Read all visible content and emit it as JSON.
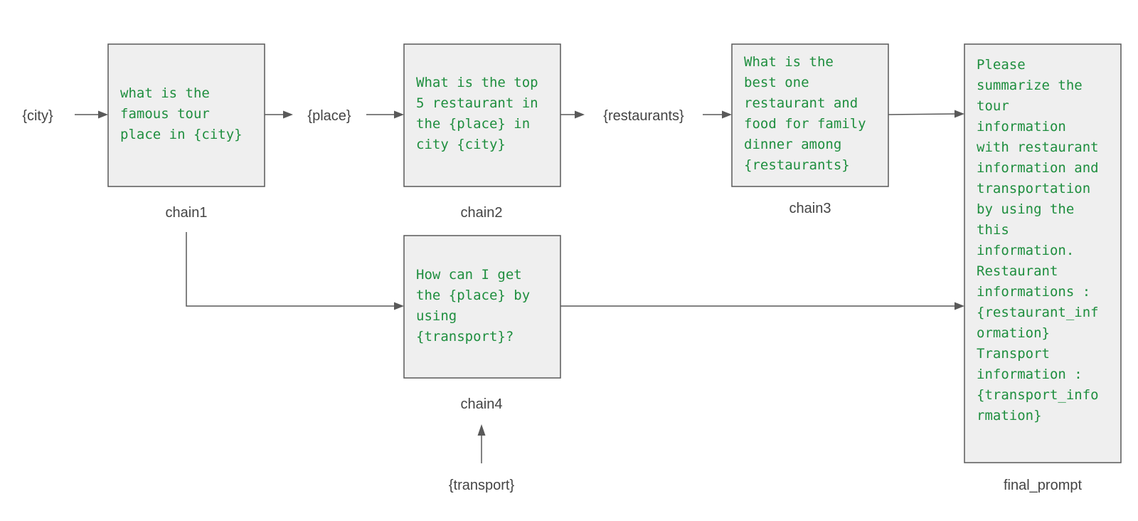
{
  "variables": {
    "city": "{city}",
    "place": "{place}",
    "restaurants": "{restaurants}",
    "transport": "{transport}"
  },
  "chains": {
    "chain1": {
      "name": "chain1",
      "prompt_lines": [
        "what is the",
        "famous tour",
        "place in {city}"
      ]
    },
    "chain2": {
      "name": "chain2",
      "prompt_lines": [
        "What is the top",
        "5 restaurant in",
        "the {place} in",
        "city {city}"
      ]
    },
    "chain3": {
      "name": "chain3",
      "prompt_lines": [
        "What is the",
        "best one",
        "restaurant and",
        "food for family",
        "dinner among",
        "{restaurants}"
      ]
    },
    "chain4": {
      "name": "chain4",
      "prompt_lines": [
        "How can I get",
        "the {place} by",
        "using",
        "{transport}?"
      ]
    },
    "final_prompt": {
      "name": "final_prompt",
      "prompt_lines": [
        "Please",
        "summarize the",
        "tour",
        "information",
        "with restaurant",
        "information and",
        "transportation",
        "by using the",
        "this",
        "information.",
        "Restaurant",
        "informations :",
        "{restaurant_inf",
        "ormation}",
        "Transport",
        "information :",
        "{transport_info",
        "rmation}"
      ]
    }
  },
  "colors": {
    "box_fill": "#efefef",
    "box_stroke": "#595959",
    "prompt_text": "#1e8e3e",
    "label_text": "#444444",
    "connector": "#595959"
  }
}
